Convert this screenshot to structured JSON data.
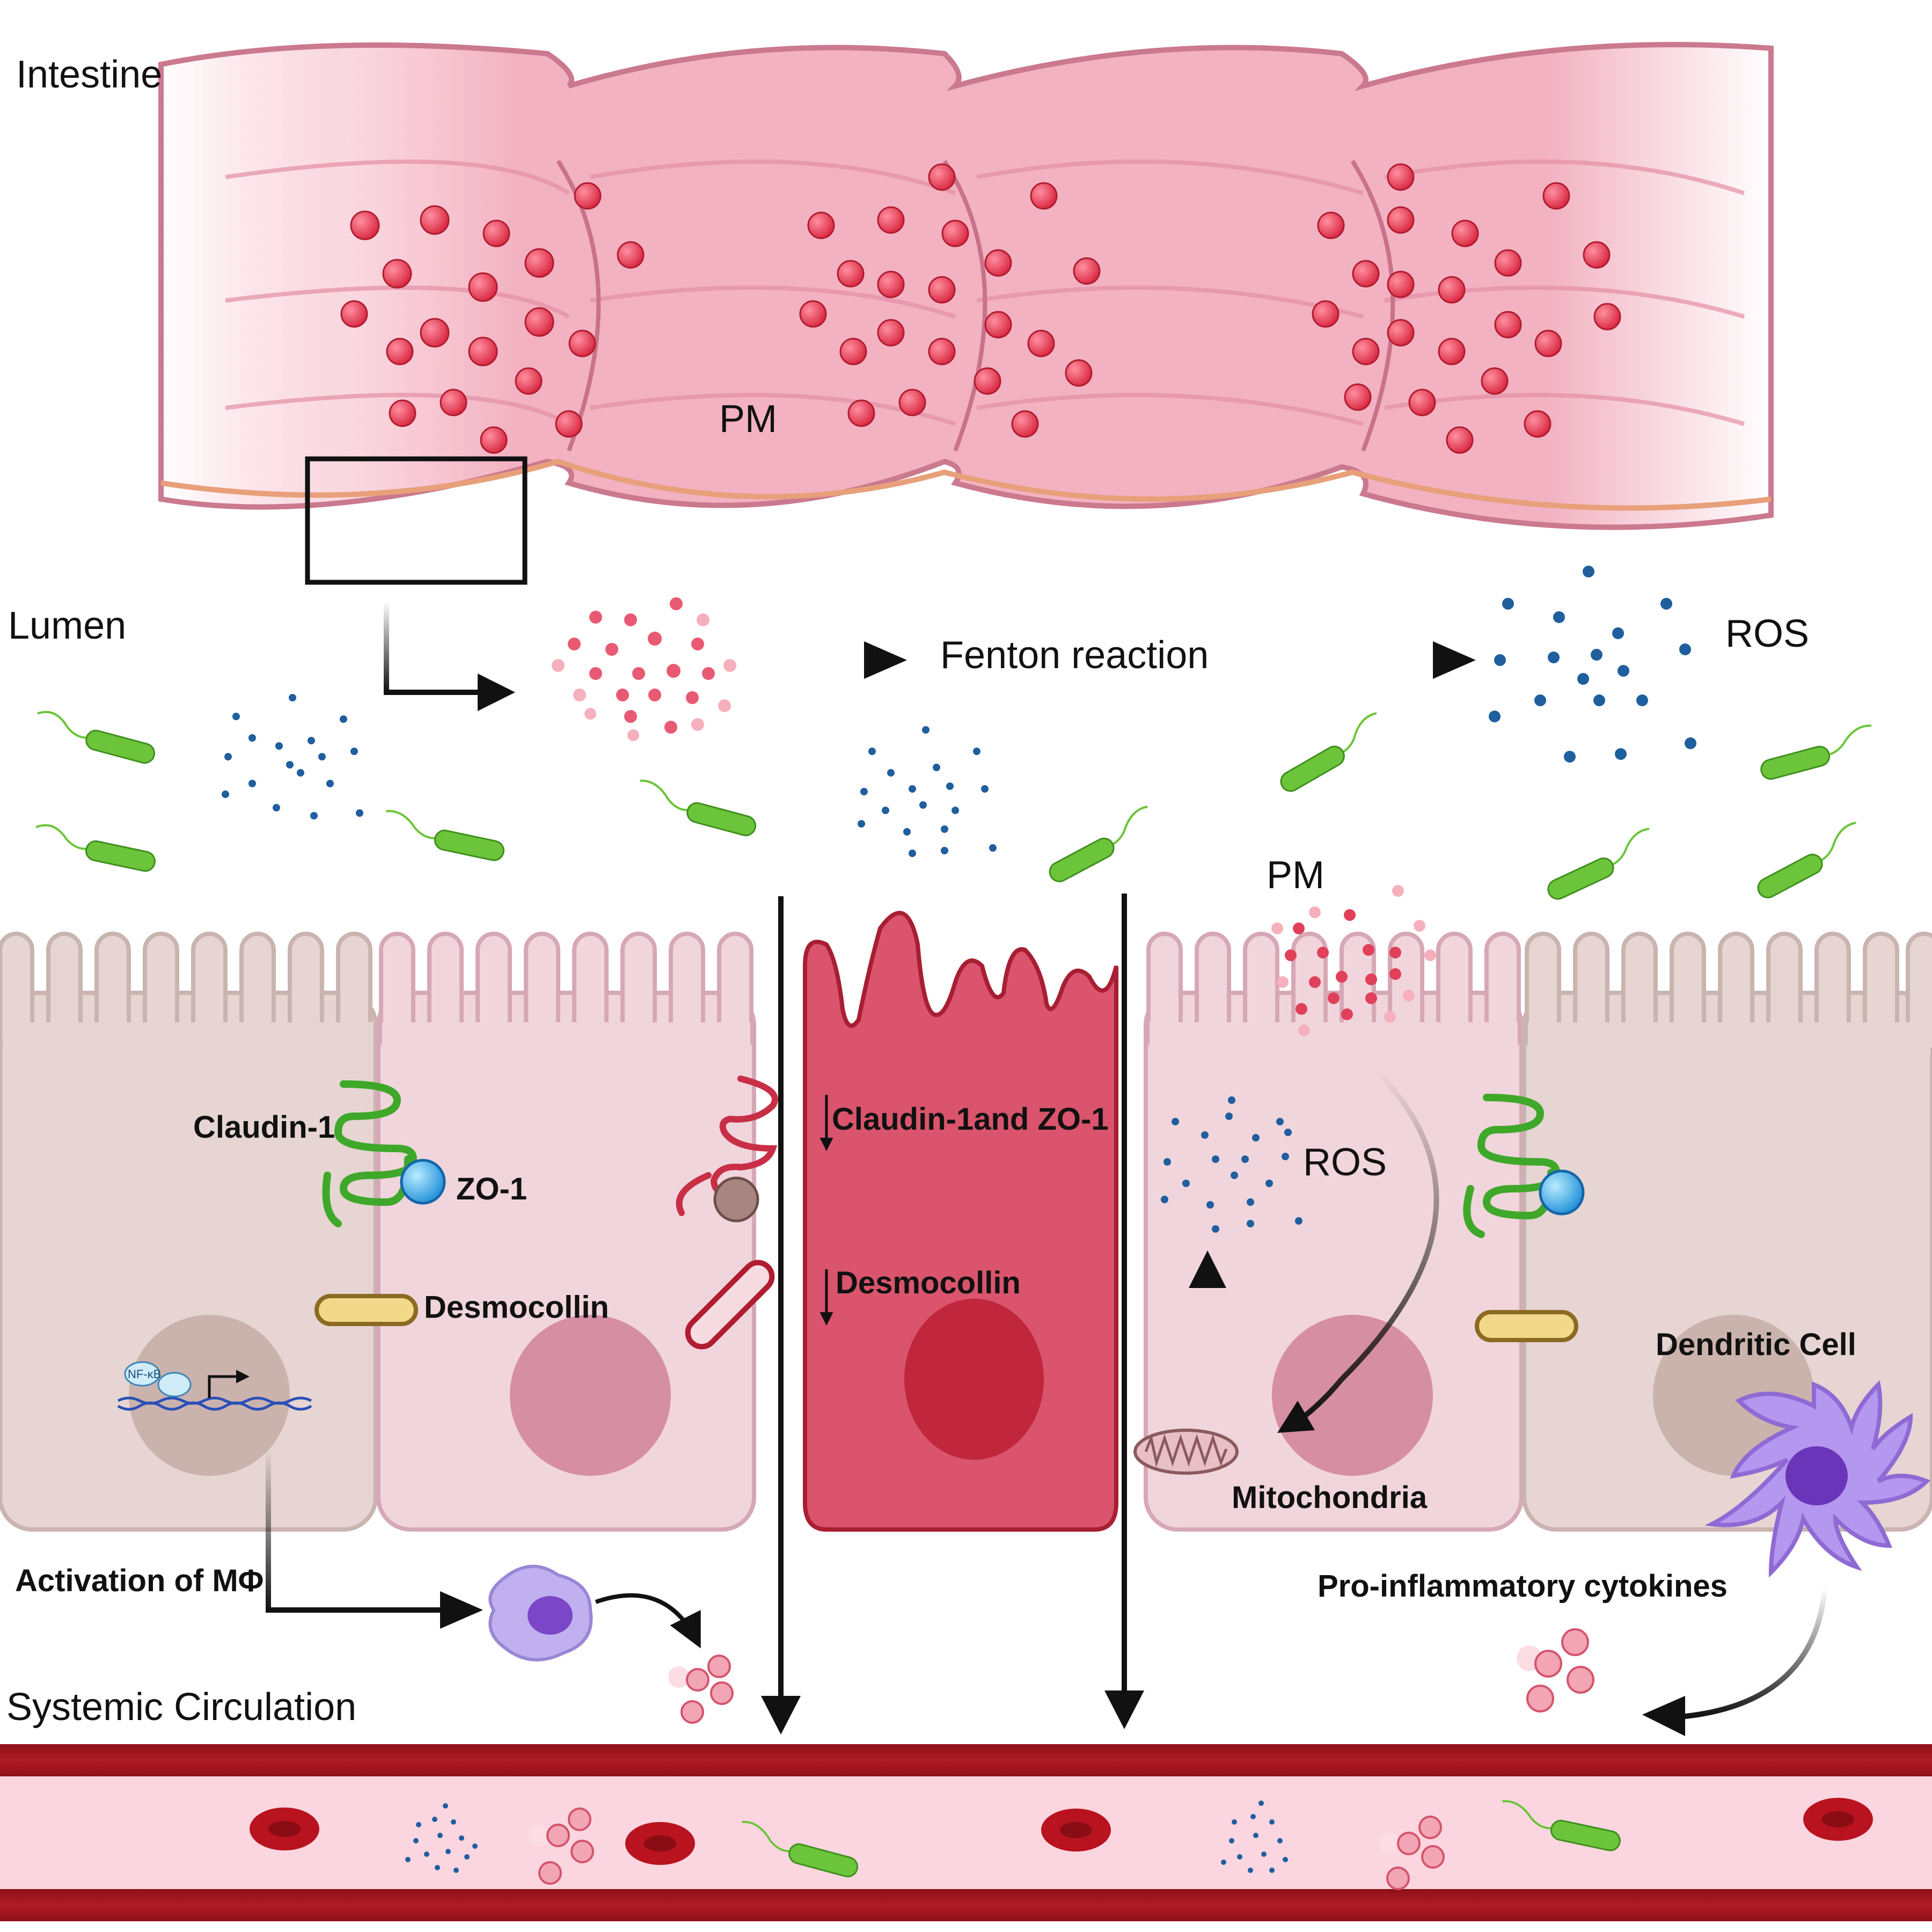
{
  "labels": {
    "intestine": "Intestine",
    "pm_top": "PM",
    "lumen": "Lumen",
    "fenton": "Fenton reaction",
    "ros_top": "ROS",
    "pm_cells": "PM",
    "claudin": "Claudin-1",
    "zo1": "ZO-1",
    "desmocollin": "Desmocollin",
    "claudin_zo_down": "Claudin-1and ZO-1",
    "desmocollin_down": "Desmocollin",
    "ros_cell": "ROS",
    "mitochondria": "Mitochondria",
    "dendritic": "Dendritic Cell",
    "activation": "Activation of MΦ",
    "cytokines": "Pro-inflammatory cytokines",
    "systemic": "Systemic Circulation",
    "nfkb": "NF-κB"
  },
  "colors": {
    "pm_particle": "#e0405a",
    "ros_particle": "#1f5f9e",
    "bacteria": "#6cc43a",
    "damaged_cell": "#d9546c",
    "normal_cell": "#f1d5dc",
    "neighbor_cell": "#e6d5d2",
    "claudin": "#3fa82a",
    "zo1": "#3fa9e8",
    "vessel": "#a8171f",
    "dendritic": "#9a6cd6"
  }
}
